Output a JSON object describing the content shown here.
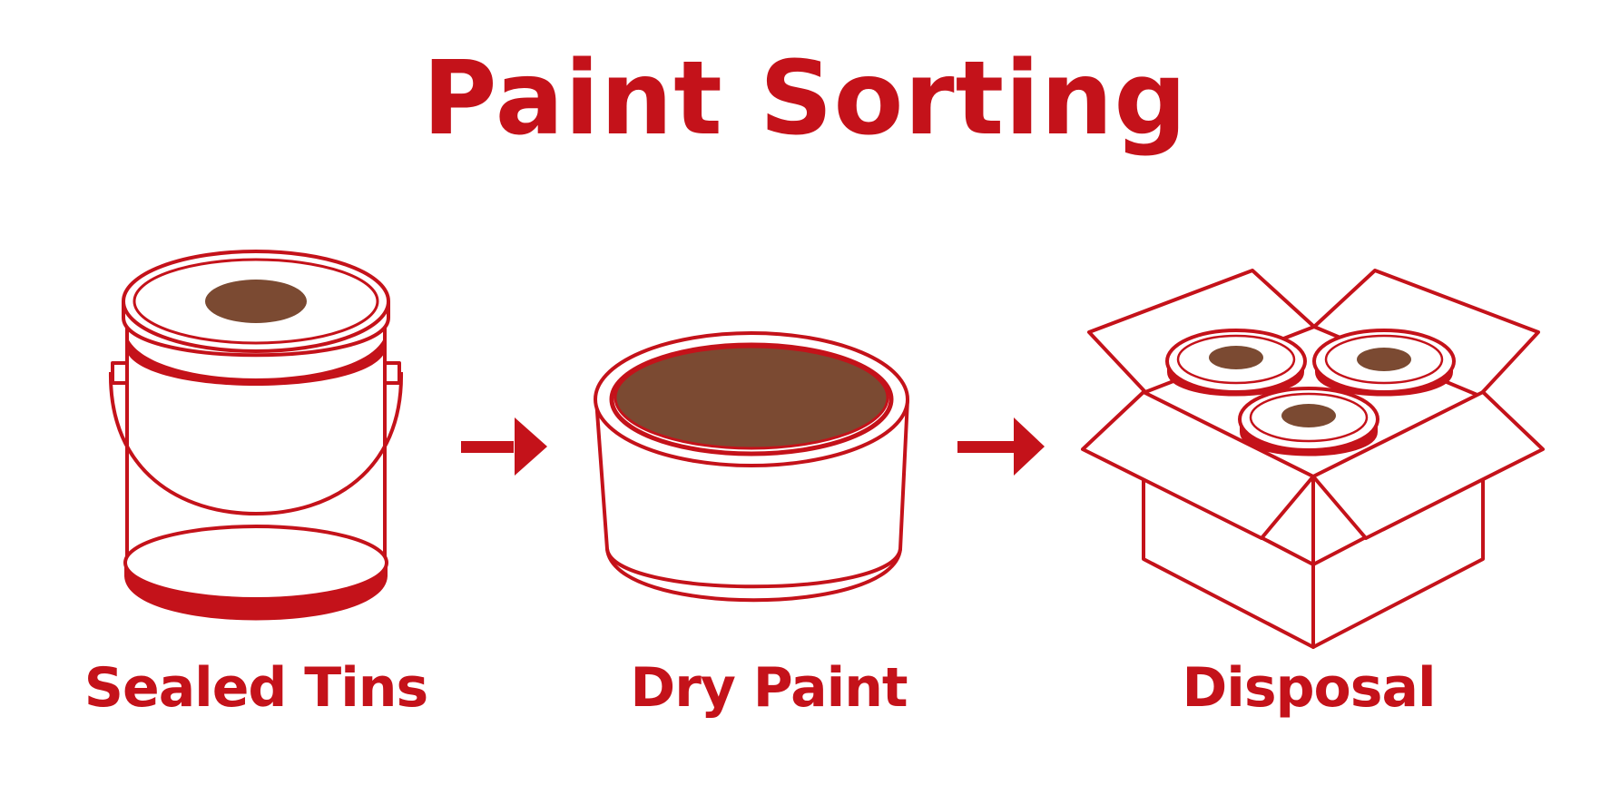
{
  "title": "Paint Sorting",
  "steps": [
    {
      "label": "Sealed Tins",
      "icon": "paint-tin-icon"
    },
    {
      "label": "Dry Paint",
      "icon": "dry-paint-bowl-icon"
    },
    {
      "label": "Disposal",
      "icon": "disposal-box-icon"
    }
  ],
  "arrows": [
    "arrow-right-icon",
    "arrow-right-icon"
  ],
  "colors": {
    "accent": "#c4121a",
    "paint": "#7b4a32",
    "background": "#ffffff"
  }
}
